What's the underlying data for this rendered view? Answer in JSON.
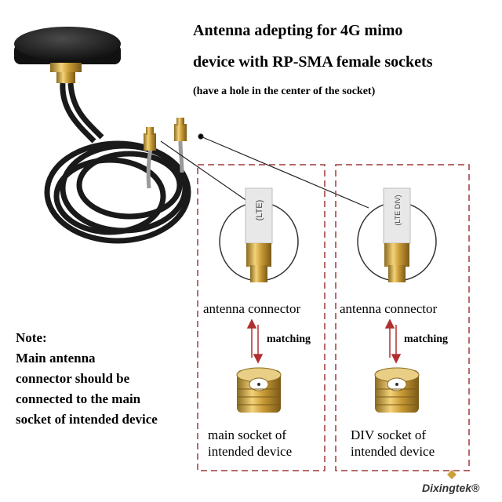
{
  "heading": {
    "line1": "Antenna adepting for 4G mimo",
    "line2": "device with RP-SMA female sockets",
    "subtitle": "(have a hole in the center of the socket)"
  },
  "note": {
    "line1": "Note:",
    "line2": "Main antenna",
    "line3": "connector should be",
    "line4": "connected to the main",
    "line5": "socket of intended device"
  },
  "panels": {
    "left": {
      "cable_text": "(LTE)",
      "connector_label": "antenna connector",
      "matching_label": "matching",
      "socket_line1": "main socket of",
      "socket_line2": "intended device"
    },
    "right": {
      "cable_text": "(LTE DIV)",
      "connector_label": "antenna connector",
      "matching_label": "matching",
      "socket_line1": "DIV socket of",
      "socket_line2": "intended device"
    }
  },
  "brand": {
    "name": "Dixingtek®"
  },
  "colors": {
    "dash_border": "#a0383a",
    "arrow": "#b03030",
    "gold": "#c9a23a",
    "cable": "#1a1a1a"
  }
}
